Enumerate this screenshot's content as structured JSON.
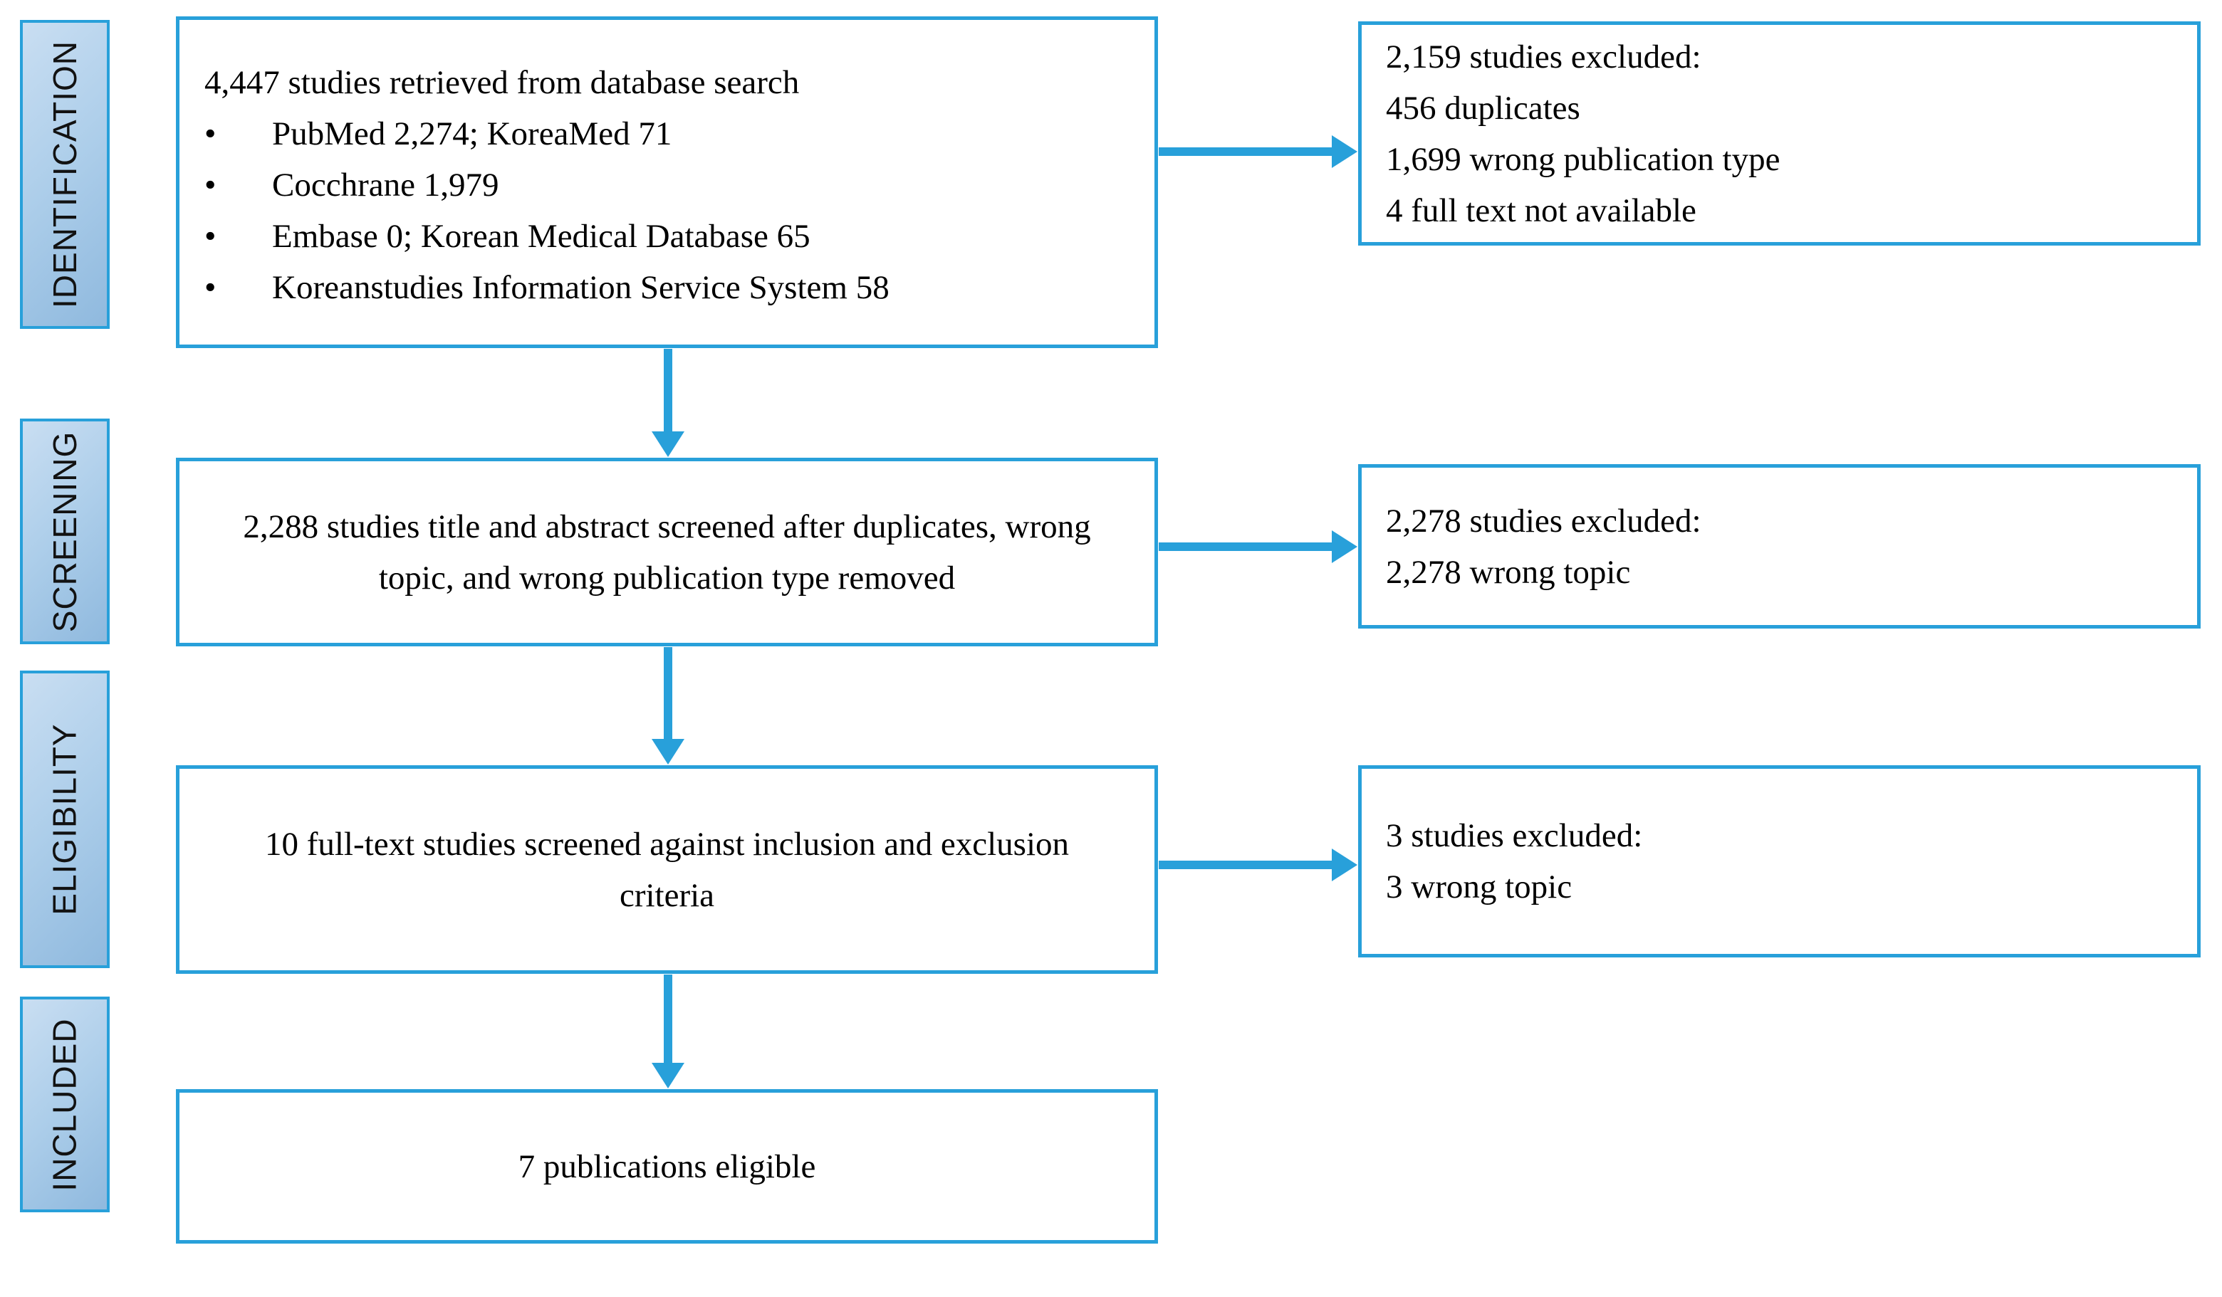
{
  "glyphs": {
    "bullet": "•"
  },
  "colors": {
    "accent": "#28A0DA",
    "label_gradient_start": "#C9DEF2",
    "label_gradient_end": "#8FB9DE",
    "text": "#000000"
  },
  "sidebar": {
    "stages": [
      {
        "label": "IDENTIFICATION"
      },
      {
        "label": "SCREENING"
      },
      {
        "label": "ELIGIBILITY"
      },
      {
        "label": "INCLUDED"
      }
    ]
  },
  "flow": {
    "identification": {
      "title": "4,447 studies retrieved from database search",
      "bullets": [
        "PubMed 2,274; KoreaMed 71",
        "Cocchrane 1,979",
        "Embase 0; Korean Medical Database 65",
        "Koreanstudies Information Service System 58"
      ]
    },
    "screening": {
      "text": "2,288 studies title and abstract screened after duplicates, wrong topic, and wrong publication type removed"
    },
    "eligibility": {
      "text": "10 full-text studies screened against inclusion and exclusion criteria"
    },
    "included": {
      "text": "7 publications eligible"
    }
  },
  "exclusions": {
    "identification": {
      "lines": [
        "2,159 studies excluded:",
        "456 duplicates",
        "1,699 wrong publication type",
        "4 full text not available"
      ]
    },
    "screening": {
      "lines": [
        "2,278 studies excluded:",
        "2,278 wrong topic"
      ]
    },
    "eligibility": {
      "lines": [
        "3 studies excluded:",
        "3 wrong topic"
      ]
    }
  }
}
